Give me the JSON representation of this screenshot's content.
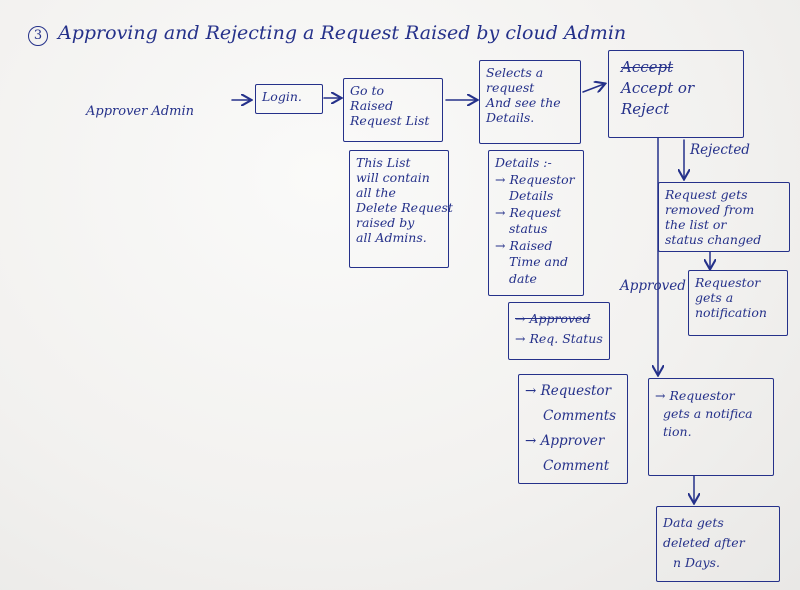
{
  "title": {
    "number": "3",
    "text": "Approving and Rejecting a Request Raised by cloud Admin"
  },
  "approver_label": "Approver Admin",
  "boxes": {
    "login": "Login.",
    "goto": [
      "Go to",
      "Raised",
      "Request List"
    ],
    "list_note": [
      "This List",
      "will contain",
      "all the",
      "Delete Request",
      "raised by",
      "all Admins."
    ],
    "selects": [
      "Selects a",
      "request",
      "And see the",
      "Details."
    ],
    "details": [
      "Details :-",
      "→ Requestor",
      "Details",
      "→ Request",
      "status",
      "→ Raised",
      "Time and",
      "date"
    ],
    "status": {
      "struck": "→ Approved",
      "item": "→ Req. Status"
    },
    "comments": [
      "→ Requestor",
      "Comments",
      "→ Approver",
      "Comment"
    ],
    "accept_reject": {
      "struck": "Accept",
      "lines": [
        "Accept or",
        "Reject"
      ]
    },
    "removed": [
      "Request gets",
      "removed from",
      "the list or",
      "status changed"
    ],
    "notified_rejected": [
      "Requestor",
      "gets a",
      "notification"
    ],
    "notified_approved": [
      "→ Requestor",
      "gets a notifica",
      "tion."
    ],
    "deleted": [
      "Data gets",
      "deleted after",
      "n Days."
    ]
  },
  "labels": {
    "rejected": "Rejected",
    "approved": "Approved"
  },
  "colors": {
    "ink": "#25318a",
    "paper": "#f4f3f1"
  }
}
